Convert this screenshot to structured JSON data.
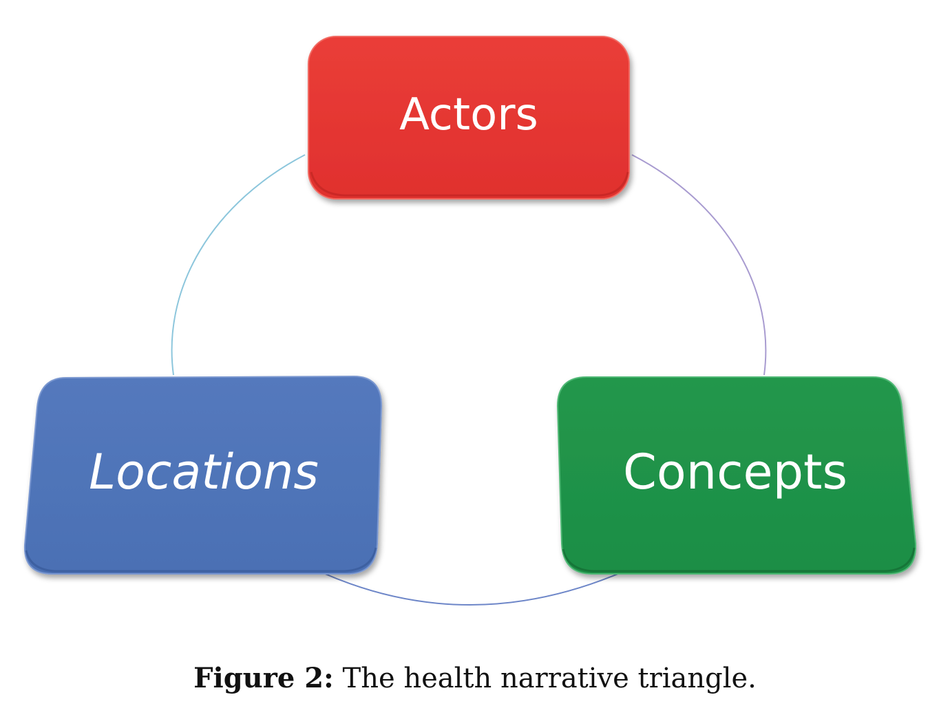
{
  "nodes": {
    "actors": {
      "label": "Actors",
      "color": "#e53632"
    },
    "locations": {
      "label": "Locations",
      "color": "#4f74b8"
    },
    "concepts": {
      "label": "Concepts",
      "color": "#1f9249"
    }
  },
  "caption": {
    "prefix": "Figure 2:",
    "text": " The health narrative triangle."
  }
}
